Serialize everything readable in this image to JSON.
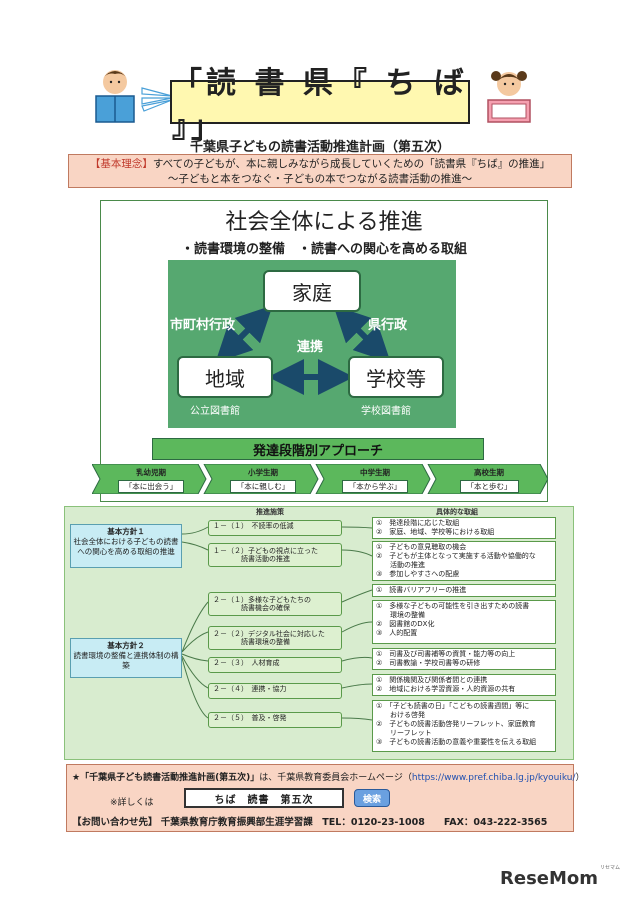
{
  "header": {
    "title": "「読 書 県『 ち ば 』」",
    "subtitle": "千葉県子どもの読書活動推進計画（第五次）"
  },
  "basic_concept": {
    "tag": "【基本理念】",
    "line1": "すべての子どもが、本に親しみながら成長していくための「読書県『ちば』の推進」",
    "line2": "～子どもと本をつなぐ・子どもの本でつながる読書活動の推進～"
  },
  "society": {
    "title": "社会全体による推進",
    "subtitle": "・読書環境の整備　・読書への関心を高める取組",
    "nodes": {
      "home": "家庭",
      "region": "地域",
      "school": "学校等"
    },
    "labels": {
      "city": "市町村行政",
      "pref": "県行政",
      "link": "連携",
      "public_library": "公立図書館",
      "school_library": "学校図書館"
    },
    "approach": "発達段階別アプローチ",
    "stages": [
      {
        "name": "乳幼児期",
        "desc": "「本に出会う」"
      },
      {
        "name": "小学生期",
        "desc": "「本に親しむ」"
      },
      {
        "name": "中学生期",
        "desc": "「本から学ぶ」"
      },
      {
        "name": "高校生期",
        "desc": "「本と歩む」"
      }
    ]
  },
  "policy": {
    "col_measure": "推進施策",
    "col_action": "具体的な取組",
    "basic1": {
      "name": "基本方針１",
      "desc": "社会全体における子どもの読書への関心を高める取組の推進"
    },
    "basic2": {
      "name": "基本方針２",
      "desc": "読書環境の整備と連携体制の構築"
    },
    "measures": [
      "１－（１）　不読率の低減",
      "１－（２）子どもの視点に立った\n　　　　読書活動の推進",
      "２－（１）多様な子どもたちの\n　　　　読書機会の確保",
      "２－（２）デジタル社会に対応した\n　　　　読書環境の整備",
      "２－（３）　人材育成",
      "２－（４）　連携・協力",
      "２－（５）　普及・啓発"
    ],
    "actions": [
      "①　発達段階に応じた取組\n②　家庭、地域、学校等における取組",
      "①　子どもの意見聴取の機会\n②　子どもが主体となって実施する活動や協働的な\n　　活動の推進\n③　参加しやすさへの配慮",
      "①　読書バリアフリーの推進",
      "①　多様な子どもの可能性を引き出すための読書\n　　環境の整備\n②　図書館のDX化\n③　人的配置",
      "①　司書及び司書補等の資質・能力等の向上\n②　司書教諭・学校司書等の研修",
      "①　関係機関及び関係者間との連携\n②　地域における学習資源・人的資源の共有",
      "①　「子ども読書の日」「こどもの読書週間」等に\n　　おける啓発\n②　子どもの読書活動啓発リーフレット、家庭教育\n　　リーフレット\n③　子どもの読書活動の意義や重要性を伝える取組"
    ]
  },
  "footer": {
    "star_line_bold": "★「千葉県子ども読書活動推進計画(第五次)」",
    "star_line_rest": "は、千葉県教育委員会ホームページ（",
    "url": "https://www.pref.chiba.lg.jp/kyouiku/",
    "close_paren": "）",
    "detail_label": "※詳しくは",
    "search_text": "ちば　読書　第五次",
    "search_button": "検索",
    "contact": "【お問い合わせ先】 千葉県教育庁教育振興部生涯学習課　TEL：0120-23-1008　　FAX：043-222-3565"
  },
  "logo": {
    "text": "ReseMom",
    "small": "リセマム"
  },
  "colors": {
    "green_area": "#56a870",
    "basic_box": "#f9d5c4",
    "policy_bg": "#d8eccf",
    "basic_policy": "#c8ecf4"
  }
}
